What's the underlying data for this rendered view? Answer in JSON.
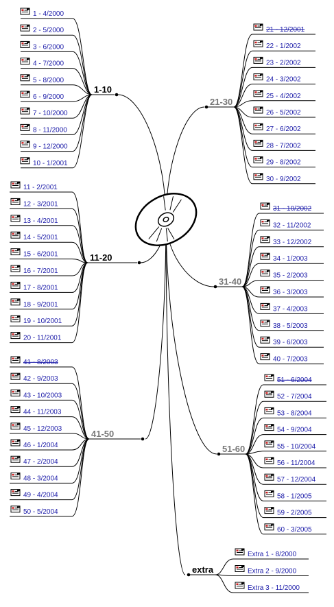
{
  "colors": {
    "leaf_text": "#1a1aa8",
    "hub_dark": "#000000",
    "hub_gray": "#777777",
    "line": "#000000",
    "icon": "#cc2020"
  },
  "central": {
    "icon": "cd-disc-icon"
  },
  "item_icon": "document-icon",
  "branches": [
    {
      "label": "1-10",
      "tone": "dark",
      "items": [
        "1 - 4/2000",
        "2 - 5/2000",
        "3 - 6/2000",
        "4 - 7/2000",
        "5 - 8/2000",
        "6 - 9/2000",
        "7 - 10/2000",
        "8 - 11/2000",
        "9 - 12/2000",
        "10 - 1/2001"
      ]
    },
    {
      "label": "11-20",
      "tone": "dark",
      "items": [
        "11 - 2/2001",
        "12 - 3/2001",
        "13 - 4/2001",
        "14 - 5/2001",
        "15 - 6/2001",
        "16 - 7/2001",
        "17 - 8/2001",
        "18 - 9/2001",
        "19 - 10/2001",
        "20 - 11/2001"
      ]
    },
    {
      "label": "41-50",
      "tone": "gray",
      "items": [
        "41 - 8/2003",
        "42 - 9/2003",
        "43 - 10/2003",
        "44 - 11/2003",
        "45 - 12/2003",
        "46 - 1/2004",
        "47 - 2/2004",
        "48 - 3/2004",
        "49 - 4/2004",
        "50 - 5/2004"
      ]
    },
    {
      "label": "21-30",
      "tone": "gray",
      "items": [
        "21 - 12/2001",
        "22 - 1/2002",
        "23 - 2/2002",
        "24 - 3/2002",
        "25 - 4/2002",
        "26 - 5/2002",
        "27 - 6/2002",
        "28 - 7/2002",
        "29 - 8/2002",
        "30 - 9/2002"
      ]
    },
    {
      "label": "31-40",
      "tone": "gray",
      "items": [
        "31 - 10/2002",
        "32 - 11/2002",
        "33 - 12/2002",
        "34 - 1/2003",
        "35 - 2/2003",
        "36 - 3/2003",
        "37 - 4/2003",
        "38 - 5/2003",
        "39 - 6/2003",
        "40 - 7/2003"
      ]
    },
    {
      "label": "51-60",
      "tone": "gray",
      "items": [
        "51 - 6/2004",
        "52 - 7/2004",
        "53 - 8/2004",
        "54 - 9/2004",
        "55 - 10/2004",
        "56 - 11/2004",
        "57 - 12/2004",
        "58 - 1/2005",
        "59 - 2/2005",
        "60 - 3/2005"
      ]
    },
    {
      "label": "extra",
      "tone": "dark",
      "items": [
        "Extra 1 - 8/2000",
        "Extra 2 - 9/2000",
        "Extra 3 - 11/2000"
      ]
    }
  ]
}
